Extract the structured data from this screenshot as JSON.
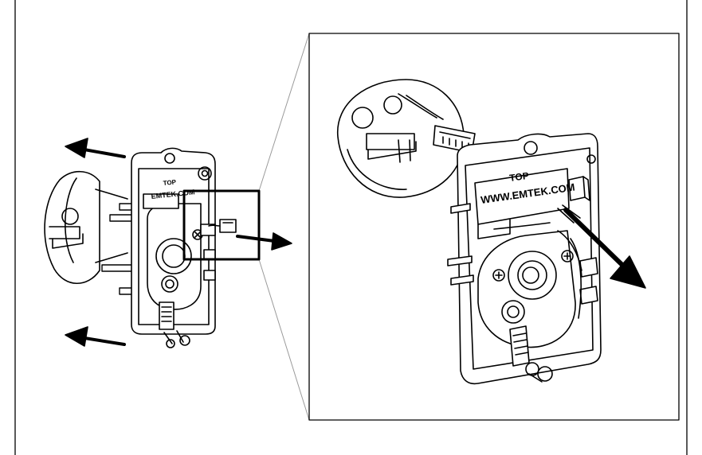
{
  "plate_left": {
    "label_top": "TOP",
    "label_url": "EMTEK.COM"
  },
  "plate_detail": {
    "label_top": "TOP",
    "label_url": "WWW.EMTEK.COM"
  },
  "colors": {
    "line": "#000000",
    "background": "#ffffff",
    "callout_line": "#9a9a9a"
  }
}
